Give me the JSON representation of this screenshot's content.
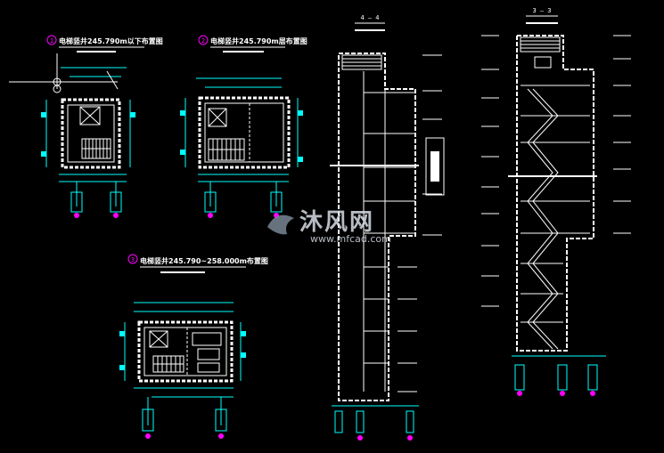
{
  "drawing": {
    "background": "#000000",
    "line_color": "#ffffff",
    "dim_color": "#00ffff",
    "marker_color": "#ff00ff"
  },
  "plans": [
    {
      "key": "plan_a",
      "marker": "1",
      "title": "电梯竖井245.790m以下布置图"
    },
    {
      "key": "plan_b",
      "marker": "2",
      "title": "电梯竖井245.790m层布置图"
    },
    {
      "key": "plan_c",
      "marker": "3",
      "title": "电梯竖井245.790~258.000m布置图"
    }
  ],
  "sections": {
    "left_label": "4 — 4",
    "right_label": "3 — 3"
  },
  "watermark": {
    "brand": "沐风网",
    "url": "www.mfcad.com"
  }
}
